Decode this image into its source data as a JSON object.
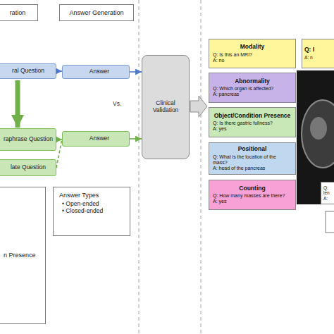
{
  "diagram": {
    "nodes": [
      {
        "text": [
          "ration"
        ]
      },
      {
        "text": [
          "Answer Generation"
        ]
      },
      {
        "text": [
          "ral Question"
        ]
      },
      {
        "text": [
          "Answer"
        ]
      },
      {
        "text": [
          "Clinical Validation"
        ]
      },
      {
        "text": [
          "raphrase Question"
        ]
      },
      {
        "text": [
          "late Question"
        ]
      },
      {
        "text": [
          "Answer"
        ]
      },
      {
        "text": [
          "Modality",
          "Q: Is this an MRI?",
          "A: no"
        ]
      },
      {
        "text": [
          "Q: I",
          "A: n"
        ]
      },
      {
        "text": [
          "Abnormality",
          "Q: Which organ is affected?",
          "A: pancreas"
        ]
      },
      {
        "text": [
          "Object/Condition Presence",
          "Q: Is there gastric fullness?",
          "A: yes"
        ]
      },
      {
        "text": [
          "Positional",
          "Q: What is the location of the mass?",
          "A: head of the pancreas"
        ]
      },
      {
        "text": [
          "Counting",
          "Q: How many masses are there?",
          "A: yes"
        ]
      },
      {
        "text": [
          "Q:",
          "len",
          "A:"
        ]
      },
      {
        "text": [
          "n Presence"
        ]
      },
      {
        "text": [
          "Answer Types",
          "• Open-ended",
          "• Closed-ended"
        ]
      }
    ],
    "edges": [
      {
        "from": 2,
        "to": 3,
        "arrow": "to"
      },
      {
        "from": 3,
        "to": 4,
        "arrow": "to"
      },
      {
        "from": 2,
        "to": 5,
        "arrow": "to"
      },
      {
        "from": 5,
        "to": 7,
        "arrow": "to"
      },
      {
        "from": 6,
        "to": 7,
        "arrow": "none"
      },
      {
        "from": 7,
        "to": 4,
        "arrow": "to"
      }
    ],
    "labels": [
      "Vs."
    ]
  }
}
